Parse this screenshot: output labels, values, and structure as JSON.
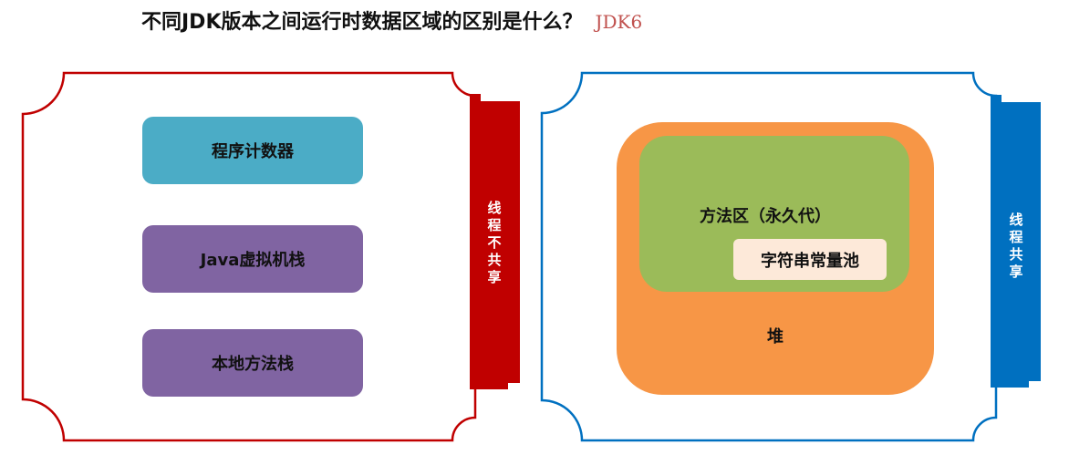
{
  "title": {
    "main": "不同JDK版本之间运行时数据区域的区别是什么？",
    "tag": "JDK6"
  },
  "colors": {
    "left_frame": "#c00000",
    "right_frame": "#0070c0",
    "program_counter": "#4bacc6",
    "stack": "#8064a2",
    "heap": "#f79646",
    "method_area": "#9bbb59",
    "string_pool": "#fde9d9"
  },
  "thread_private": {
    "boxes": {
      "program_counter": "程序计数器",
      "jvm_stack": "Java虚拟机栈",
      "native_stack": "本地方法栈"
    },
    "label": [
      "线",
      "程",
      "不",
      "共",
      "享"
    ]
  },
  "thread_shared": {
    "heap": "堆",
    "method_area": "方法区（永久代）",
    "string_pool": "字符串常量池",
    "label": [
      "线",
      "程",
      "共",
      "享"
    ]
  }
}
